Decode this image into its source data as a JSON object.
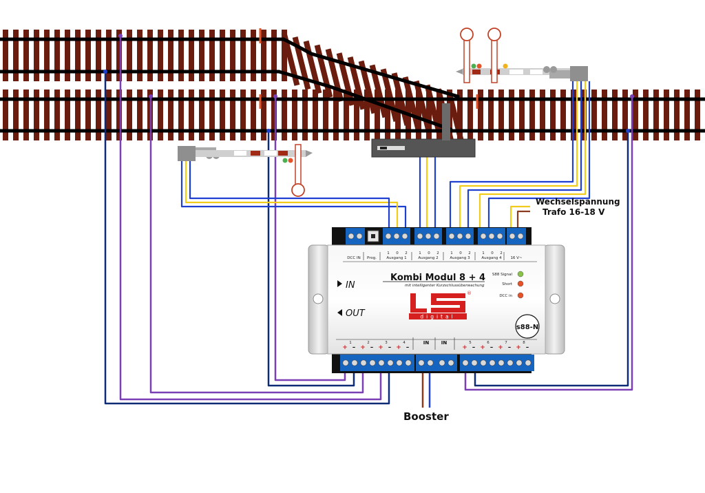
{
  "labels": {
    "power_line1": "Wechselspannung",
    "power_line2": "Trafo 16-18 V",
    "booster": "Booster"
  },
  "module": {
    "title": "Kombi Modul 8 + 4",
    "subtitle": "mit intelligenter Kurzschlussüberwachung",
    "logo_main": "LS",
    "logo_sub": "digital",
    "logo_reg": "®",
    "input_label": "IN",
    "output_label": "OUT",
    "s88_label": "s88-N",
    "leds": [
      "S88 Signal",
      "Short",
      "DCC in"
    ],
    "top_terminals": [
      "DCC IN",
      "Prog.",
      "Ausgang 1",
      "Ausgang 2",
      "Ausgang 3",
      "Ausgang 4",
      "16 V~"
    ],
    "top_pin_codes": [
      "1",
      "0",
      "2"
    ],
    "bottom_channels": [
      "1",
      "2",
      "3",
      "4",
      "5",
      "6",
      "7",
      "8"
    ],
    "booster_in_labels": [
      "IN",
      "IN"
    ]
  },
  "colors": {
    "rail": "#000000",
    "sleeper": "#6a1d0e",
    "wire_blue": "#1f3fd1",
    "wire_navy": "#0d2b77",
    "wire_purple": "#7a3fb5",
    "wire_yellow": "#f2cc1b",
    "wire_brown": "#8b3a1b",
    "terminal_blue": "#1565c0",
    "logo_red": "#d61f1f"
  }
}
